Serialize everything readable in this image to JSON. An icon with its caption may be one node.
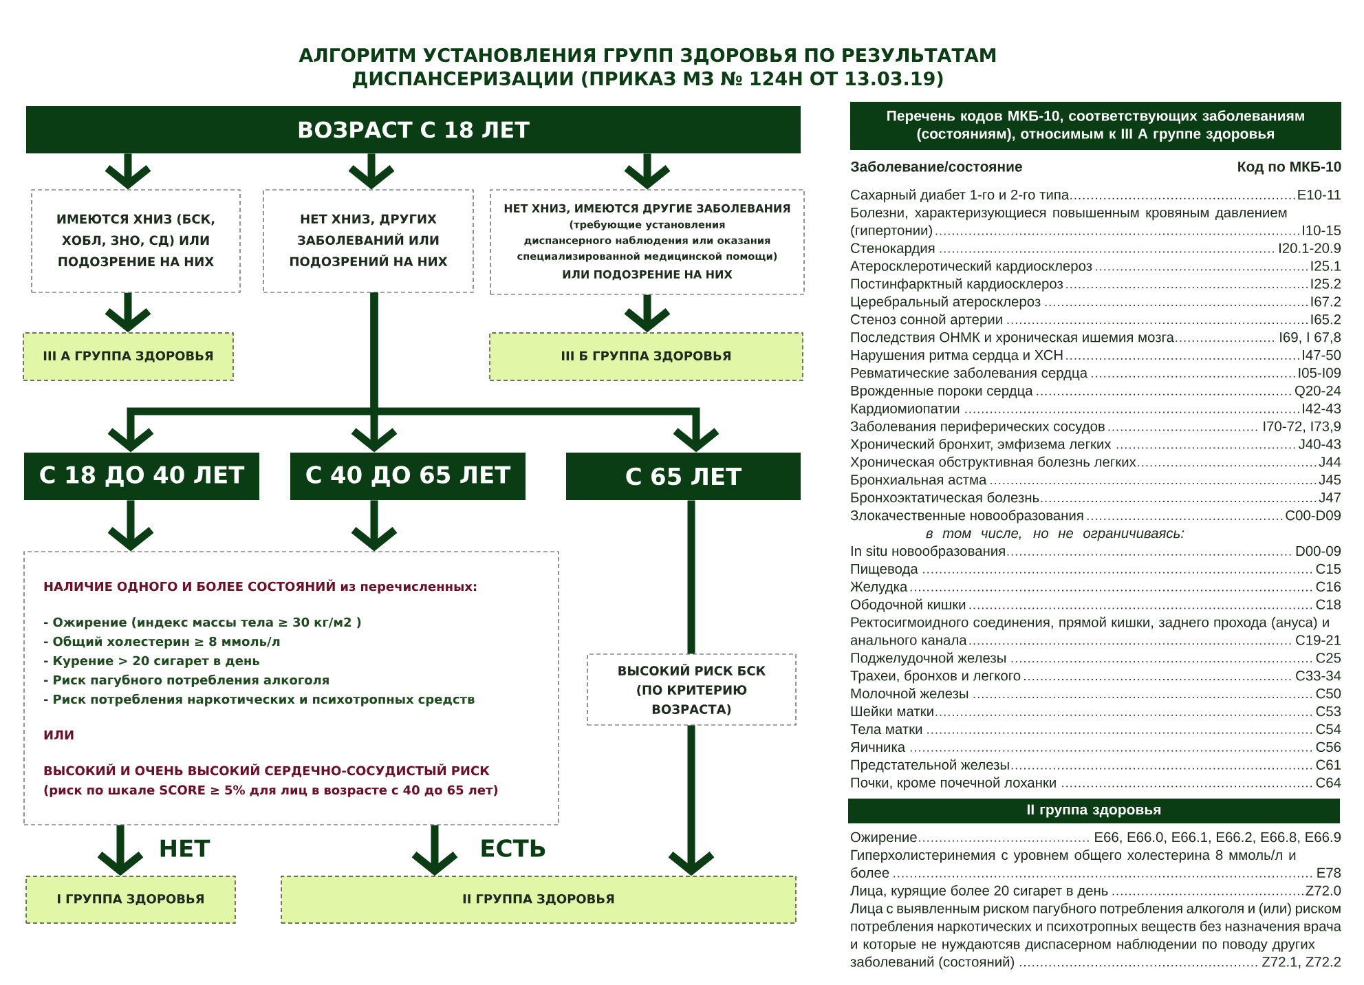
{
  "diagram": {
    "title": "АЛГОРИТМ УСТАНОВЛЕНИЯ ГРУПП ЗДОРОВЬЯ ПО РЕЗУЛЬТАТАМ ДИСПАНСЕРИЗАЦИИ (ПРИКАЗ МЗ № 124Н ОТ 13.03.19)",
    "nodes": [
      {
        "text": [
          "ВОЗРАСТ С 18 ЛЕТ"
        ]
      },
      {
        "text": [
          "ИМЕЮТСЯ ХНИЗ (БСК, ХОБЛ, ЗНО, СД) ИЛИ ПОДОЗРЕНИЕ НА НИХ"
        ]
      },
      {
        "text": [
          "НЕТ ХНИЗ, ДРУГИХ ЗАБОЛЕВАНИЙ ИЛИ ПОДОЗРЕНИЙ НА НИХ"
        ]
      },
      {
        "text": [
          "НЕТ ХНИЗ, ИМЕЮТСЯ ДРУГИЕ ЗАБОЛЕВАНИЯ",
          "(требующие установления диспансерного наблюдения или оказания специализированной медицинской помощи)",
          "ИЛИ ПОДОЗРЕНИЕ НА НИХ"
        ]
      },
      {
        "text": [
          "III А ГРУППА ЗДОРОВЬЯ"
        ]
      },
      {
        "text": [
          "III Б ГРУППА ЗДОРОВЬЯ"
        ]
      },
      {
        "text": [
          "С 18 ДО 40 ЛЕТ"
        ]
      },
      {
        "text": [
          "С 40 ДО 65 ЛЕТ"
        ]
      },
      {
        "text": [
          "С 65 ЛЕТ"
        ]
      },
      {
        "text": [
          "НАЛИЧИЕ ОДНОГО И БОЛЕЕ СОСТОЯНИЙ из перечисленных:",
          "- Ожирение (индекс массы тела ≥ 30 кг/м2 )",
          "- Общий холестерин  ≥ 8 ммоль/л",
          "- Курение > 20 сигарет в день",
          "- Риск пагубного потребления алкоголя",
          "- Риск потребления наркотических и психотропных средств",
          "ИЛИ",
          "ВЫСОКИЙ И ОЧЕНЬ ВЫСОКИЙ СЕРДЕЧНО-СОСУДИСТЫЙ РИСК",
          "(риск по шкале SCORE ≥ 5% для лиц в возрасте с 40 до 65 лет)"
        ]
      },
      {
        "text": [
          "ВЫСОКИЙ РИСК БСК (ПО КРИТЕРИЮ ВОЗРАСТА)"
        ]
      },
      {
        "text": [
          "I ГРУППА ЗДОРОВЬЯ"
        ]
      },
      {
        "text": [
          "II ГРУППА ЗДОРОВЬЯ"
        ]
      },
      {
        "text": [
          "Перечень кодов МКБ-10, соответствующих заболеваниям (состояниям), относимым к III А группе здоровья"
        ]
      },
      {
        "text": [
          "II группа здоровья"
        ]
      }
    ],
    "edges": [
      {
        "from": 0,
        "to": 1,
        "arrow": "to"
      },
      {
        "from": 0,
        "to": 2,
        "arrow": "to"
      },
      {
        "from": 0,
        "to": 3,
        "arrow": "to"
      },
      {
        "from": 1,
        "to": 4,
        "arrow": "to"
      },
      {
        "from": 3,
        "to": 5,
        "arrow": "to"
      },
      {
        "from": 2,
        "to": 6,
        "arrow": "to"
      },
      {
        "from": 2,
        "to": 7,
        "arrow": "to"
      },
      {
        "from": 2,
        "to": 8,
        "arrow": "to"
      },
      {
        "from": 6,
        "to": 9,
        "arrow": "to"
      },
      {
        "from": 7,
        "to": 9,
        "arrow": "to"
      },
      {
        "from": 8,
        "to": 10,
        "arrow": "none"
      },
      {
        "from": 10,
        "to": 12,
        "arrow": "to"
      },
      {
        "from": 9,
        "to": 11,
        "arrow": "to",
        "label": "НЕТ"
      },
      {
        "from": 9,
        "to": 12,
        "arrow": "to",
        "label": "ЕСТЬ"
      }
    ],
    "labels": [
      "Заболевание/состояние",
      "Код по МКБ-10",
      "Сахарный диабет 1-го и 2-го типа",
      "E10-11",
      "Болезни, характеризующиеся повышенным кровяным давлением (гипертонии)",
      "I10-15",
      "Стенокардия",
      "I20.1-20.9",
      "Атеросклеротический кардиосклероз",
      "I25.1",
      "Постинфарктный кардиосклероз",
      "I25.2",
      "Церебральный атеросклероз",
      "I67.2",
      "Стеноз сонной артерии",
      "I65.2",
      "Последствия ОНМК и хроническая ишемия мозга",
      "I69, I 67,8",
      "Нарушения ритма сердца и ХСН",
      "I47-50",
      "Ревматические заболевания сердца",
      "I05-I09",
      "Врожденные пороки сердца",
      "Q20-24",
      "Кардиомиопатии",
      "I42-43",
      "Заболевания периферических сосудов",
      "I70-72, I73,9",
      "Хронический бронхит, эмфизема легких",
      "J40-43",
      "Хроническая обструктивная болезнь легких",
      "J44",
      "Бронхиальная астма",
      "J45",
      "Бронхоэктатическая болезнь",
      "J47",
      "Злокачественные новообразования",
      "C00-D09",
      "в том числе, но не ограничиваясь:",
      "In situ новообразования",
      "D00-09",
      "Пищевода",
      "C15",
      "Желудка",
      "C16",
      "Ободочной кишки",
      "C18",
      "Ректосигмоидного соединения, прямой кишки, заднего прохода (ануса) и анального канала",
      "C19-21",
      "Поджелудочной железы",
      "C25",
      "Трахеи, бронхов и легкого",
      "C33-34",
      "Молочной железы",
      "C50",
      "Шейки матки",
      "C53",
      "Тела матки",
      "C54",
      "Яичника",
      "C56",
      "Предстательной железы",
      "C61",
      "Почки, кроме почечной лоханки",
      "C64",
      "Ожирение",
      "E66, E66.0, E66.1, E66.2, E66.8, E66.9",
      "Гиперхолистеринемия с уровнем общего холестерина 8 ммоль/л и более",
      "E78",
      "Лица, курящие более 20 сигарет в день",
      "Z72.0",
      "Лица с выявленным риском пагубного потребления алкоголя и (или) риском потребления наркотических и психотропных веществ без назначения врача и которые не нуждаютсяв диспасерном наблюдении по поводу других заболеваний (состояний)",
      "Z72.1, Z72.2"
    ]
  }
}
